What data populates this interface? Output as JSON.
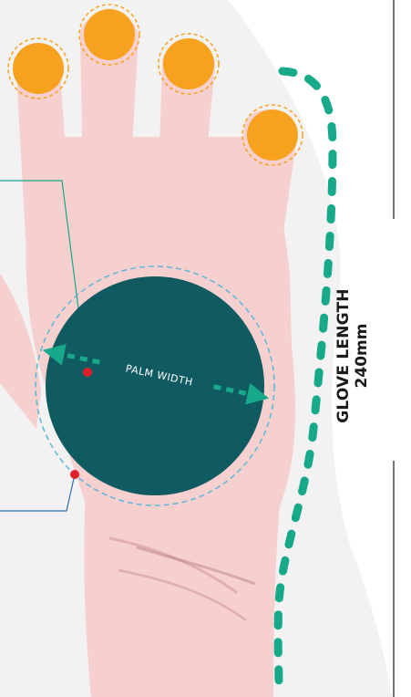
{
  "diagram": {
    "palm_label": "PALM WIDTH",
    "glove_length_title": "GLOVE LENGTH",
    "glove_length_value": "240mm"
  },
  "colors": {
    "background": "#f2f2f2",
    "white_panel": "#ffffff",
    "skin": "#f6cfcf",
    "skin_shadow": "#e9b3b3",
    "palm_circle": "#0f5b61",
    "measure_arrow": "#17a98a",
    "dashed_ring": "#5bb7da",
    "fingertip_fill": "#f7a21e",
    "fingertip_ring": "#f7a21e",
    "red_dot": "#e0202a",
    "leader_line_top": "#17a98a",
    "leader_line_bottom": "#2a6cb5",
    "text": "#1b1b1b"
  }
}
